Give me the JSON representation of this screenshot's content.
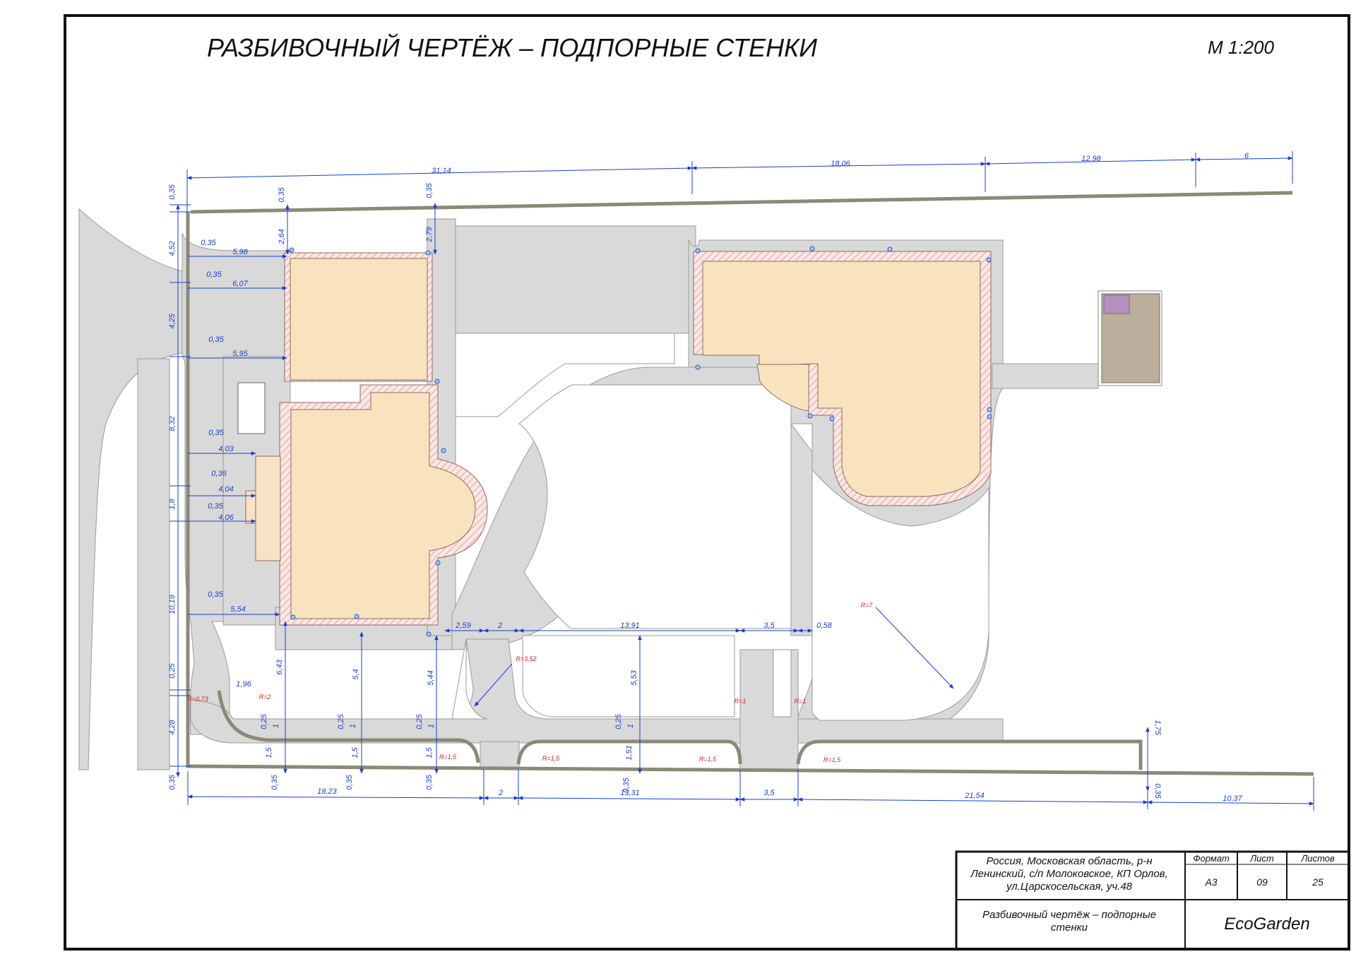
{
  "title": "РАЗБИВОЧНЫЙ  ЧЕРТЁЖ – ПОДПОРНЫЕ СТЕНКИ",
  "scale": "М 1:200",
  "colors": {
    "path": "#d9d9d9",
    "wall": "#8a8a78",
    "building": "#f9e3bf",
    "hatch": "#e9b7b2",
    "dimension": "#1a3fd0",
    "radius": "#d32020",
    "shed": "#bcae9c",
    "shed_accent": "#b48fc0"
  },
  "dimensions": {
    "top": [
      "31,14",
      "18,06",
      "12,98",
      "6"
    ],
    "left": [
      "0,35",
      "4,52",
      "4,25",
      "8,32",
      "1,8",
      "10,19",
      "0,25",
      "4,28",
      "0,35"
    ],
    "horizontal": [
      "0,35",
      "5,98",
      "0,35",
      "6,07",
      "0,35",
      "5,95",
      "0,35",
      "4,03",
      "0,36",
      "4,04",
      "0,35",
      "4,06",
      "0,35",
      "5,54",
      "1,96"
    ],
    "column": [
      "0,35",
      "2,64",
      "0,35",
      "2,79"
    ],
    "vertical_lower": [
      "6,43",
      "5,4",
      "5,44",
      "5,53"
    ],
    "walls_lower": [
      "0,25",
      "1",
      "1,5",
      "0,35",
      "0,25",
      "1",
      "1,5",
      "0,35",
      "0,25",
      "1",
      "1,5",
      "0,35",
      "0,25",
      "1",
      "1,51",
      "0,35"
    ],
    "mid_row": [
      "2,59",
      "2",
      "13,91",
      "3,5",
      "0,58"
    ],
    "bottom": [
      "18,23",
      "2",
      "13,31",
      "3,5",
      "21,54",
      "10,37"
    ],
    "right_lower": [
      "1,75",
      "0,35"
    ],
    "radii": [
      "R=0,73",
      "R=2",
      "R=3,52",
      "R=1,5",
      "R=1,5",
      "R=1,5",
      "R=1,5",
      "R=1",
      "R=1",
      "R=7"
    ]
  },
  "title_block": {
    "address": [
      "Россия, Московская область, р-н",
      "Ленинский, с/п Молоковское, КП Орлов,",
      "ул.Царскосельская, уч.48"
    ],
    "format_label": "Формат",
    "format_value": "А3",
    "sheet_label": "Лист",
    "sheet_value": "09",
    "sheets_label": "Листов",
    "sheets_value": "25",
    "name": [
      "Разбивочный чертёж – подпорные",
      "стенки"
    ],
    "company": "EcoGarden"
  }
}
